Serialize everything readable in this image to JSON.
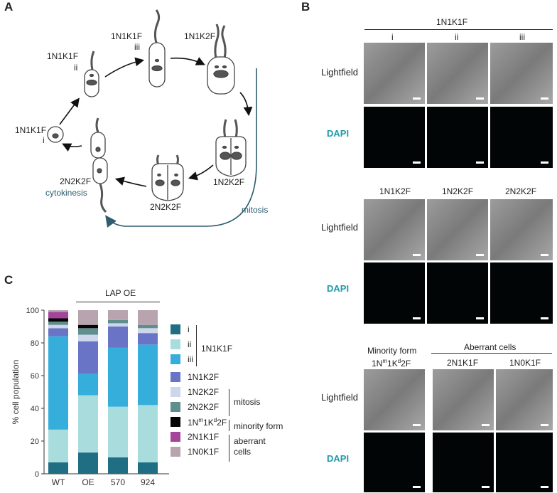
{
  "panels": {
    "a": "A",
    "b": "B",
    "c": "C"
  },
  "cycle": {
    "stage_i": {
      "label": "1N1K1F",
      "sub": "i"
    },
    "stage_ii": {
      "label": "1N1K1F",
      "sub": "ii"
    },
    "stage_iii": {
      "label": "1N1K1F",
      "sub": "iii"
    },
    "stage_1n1k2f": "1N1K2F",
    "stage_1n2k2f": "1N2K2F",
    "stage_2n2k2f_a": "2N2K2F",
    "stage_2n2k2f_b": "2N2K2F",
    "cytokinesis": "cytokinesis",
    "mitosis": "mitosis"
  },
  "micro": {
    "group1_title": "1N1K1F",
    "group1_cols": [
      "i",
      "ii",
      "iii"
    ],
    "group2_cols": [
      "1N1K2F",
      "1N2K2F",
      "2N2K2F"
    ],
    "group3_minority_title": "Minority form",
    "group3_minority_col": "1N^m1K^d2F",
    "group3_aberrant_title": "Aberrant cells",
    "group3_aberrant_cols": [
      "2N1K1F",
      "1N0K1F"
    ],
    "row_lightfield": "Lightfield",
    "row_dapi": "DAPI"
  },
  "chart_data": {
    "type": "bar",
    "stacked": true,
    "group_label": "LAP OE",
    "ylabel": "% cell population",
    "ylim": [
      0,
      100
    ],
    "yticks": [
      "0",
      "20",
      "40",
      "60",
      "80",
      "100"
    ],
    "categories": [
      "WT",
      "OE",
      "570",
      "924"
    ],
    "series": [
      {
        "name": "i",
        "color": "#1f6e84",
        "values": [
          7,
          13,
          10,
          7
        ]
      },
      {
        "name": "ii",
        "color": "#a9dcdd",
        "values": [
          20,
          35,
          31,
          35
        ]
      },
      {
        "name": "iii",
        "color": "#36aedb",
        "values": [
          57,
          13,
          36,
          37
        ]
      },
      {
        "name": "1N1K2F",
        "color": "#6a74c6",
        "values": [
          5,
          20,
          13,
          7
        ]
      },
      {
        "name": "1N2K2F",
        "color": "#cdd6ea",
        "values": [
          2,
          4,
          2,
          3
        ]
      },
      {
        "name": "2N2K2F",
        "color": "#5f8e8c",
        "values": [
          2,
          4,
          2,
          2
        ]
      },
      {
        "name": "1N^m1K^d2F",
        "color": "#050505",
        "values": [
          2,
          2,
          0,
          0
        ]
      },
      {
        "name": "2N1K1F",
        "color": "#a4449a",
        "values": [
          4,
          0,
          0,
          0
        ]
      },
      {
        "name": "1N0K1F",
        "color": "#b8a4ae",
        "values": [
          1,
          9,
          6,
          9
        ]
      }
    ],
    "legend_groups": {
      "n1k1f": "1N1K1F",
      "mitosis": "mitosis",
      "minority": "minority form",
      "aberrant": "aberrant cells"
    }
  }
}
